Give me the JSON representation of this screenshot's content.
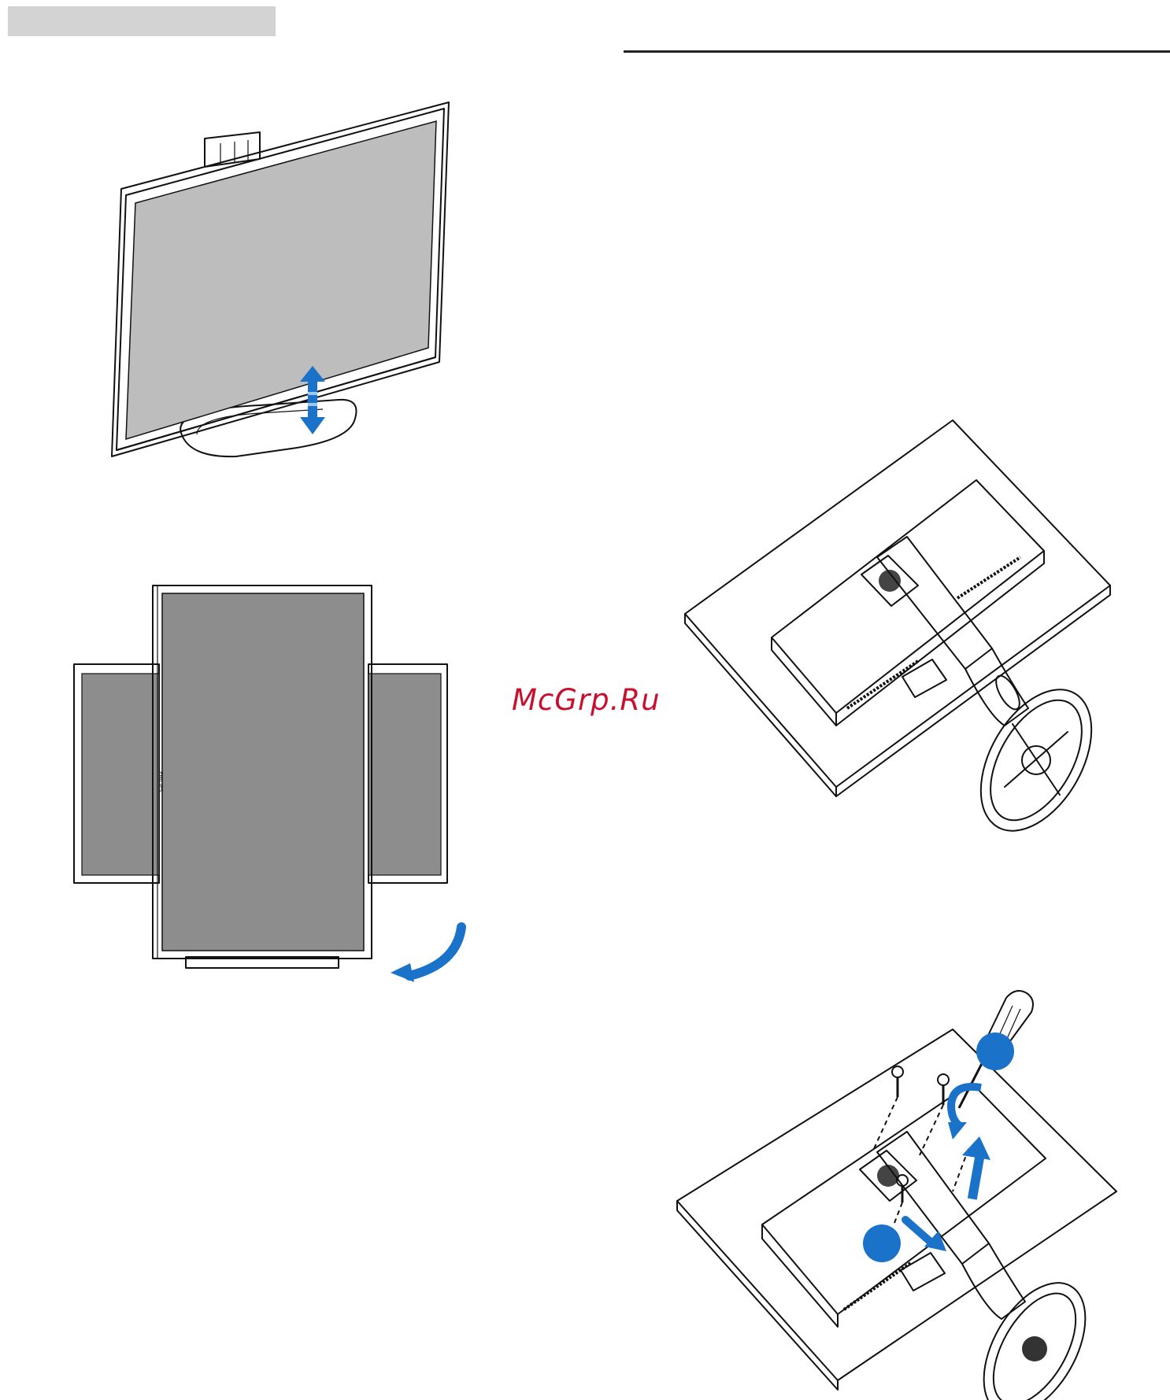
{
  "page": {
    "header_tab_color": "#d3d3d3",
    "accent_color": "#1a73c8",
    "watermark": {
      "text": "McGrp.Ru",
      "color": "#c8102e"
    }
  },
  "figures": {
    "height_adjust": {
      "icon": "up-down-arrow-icon"
    },
    "pivot": {
      "icon": "rotate-arrow-icon",
      "brand_text": "PHILIPS"
    },
    "stand_removal_step1": {
      "icon": "monitor-face-down"
    },
    "stand_removal_step2": {
      "icons": [
        "screwdriver-icon",
        "screw-icon",
        "unscrew-arrow-icon",
        "lift-arrow-icon",
        "slide-arrow-icon"
      ]
    }
  }
}
